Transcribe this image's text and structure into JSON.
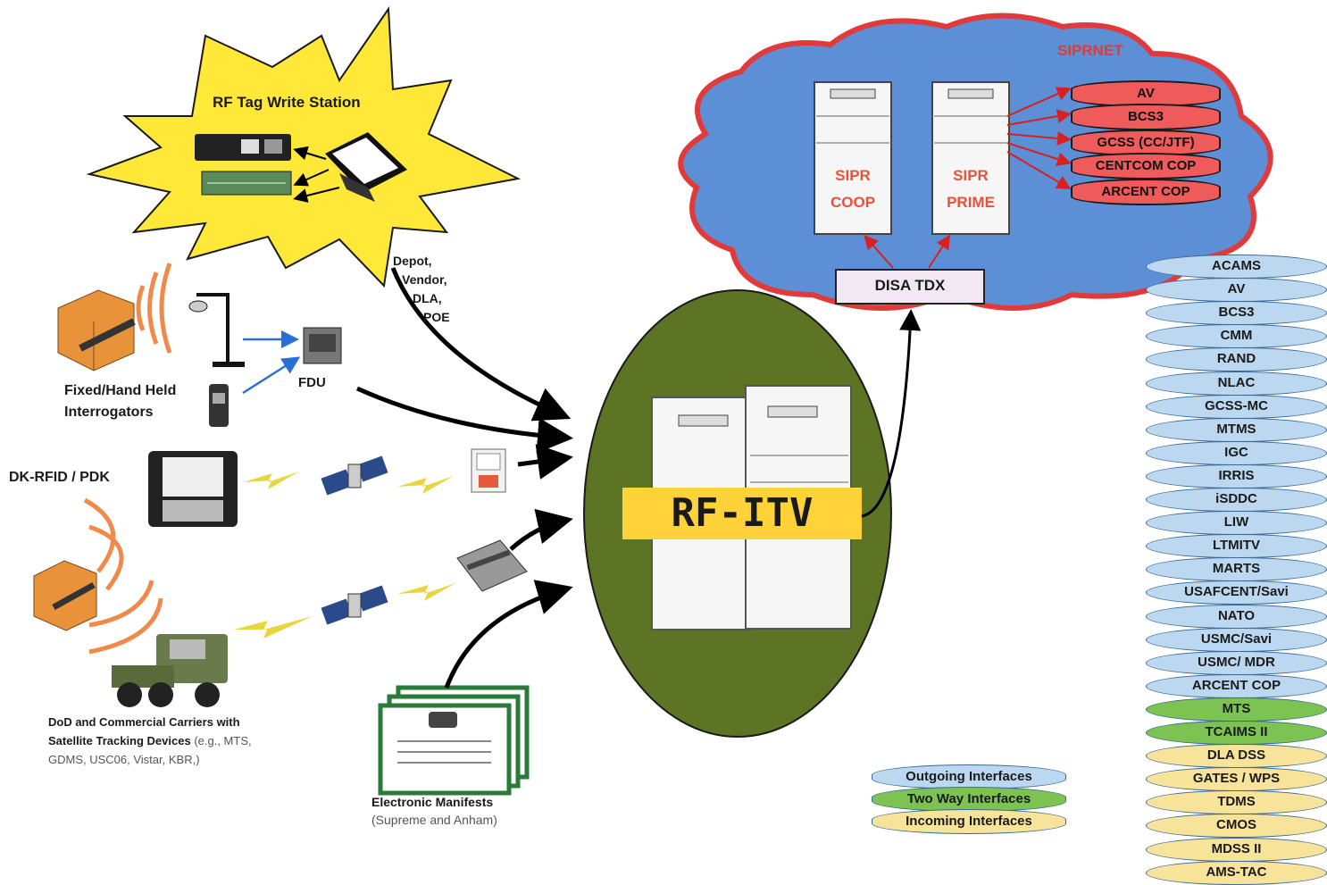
{
  "colors": {
    "starburst": "#ffe838",
    "cloud": "#5c8fd6",
    "cloud_border": "#e03a3a",
    "oval": "#5c7424",
    "rfitv_label_bg": "#ffd23a",
    "outgoing": "#bcd8f0",
    "two_way": "#7dc352",
    "incoming": "#f7e49a",
    "siprnet_db": "#ef5a5a"
  },
  "starburst": {
    "title": "RF Tag Write Station"
  },
  "depot_label": [
    "Depot,",
    "Vendor,",
    "DLA,",
    "POE"
  ],
  "fdu_label": "FDU",
  "interrogators_label": [
    "Fixed/Hand Held",
    "Interrogators"
  ],
  "dk_rfid_label": "DK-RFID / PDK",
  "carriers_label": {
    "line1": "DoD and Commercial Carriers with",
    "line2_bold": "Satellite Tracking Devices",
    "line2_rest": " (e.g., MTS,",
    "line3": "GDMS, USC06, Vistar, KBR,)"
  },
  "manifests_label": {
    "title": "Electronic Manifests",
    "sub": "(Supreme and Anham)"
  },
  "center": {
    "label": "RF-ITV"
  },
  "cloud": {
    "title": "SIPRNET",
    "server1": [
      "SIPR",
      "COOP"
    ],
    "server2": [
      "SIPR",
      "PRIME"
    ],
    "disa": "DISA TDX",
    "databases": [
      "AV",
      "BCS3",
      "GCSS (CC/JTF)",
      "CENTCOM COP",
      "ARCENT COP"
    ]
  },
  "stack": {
    "outgoing": [
      "ACAMS",
      "AV",
      "BCS3",
      "CMM",
      "RAND",
      "NLAC",
      "GCSS-MC",
      "MTMS",
      "IGC",
      "IRRIS",
      "iSDDC",
      "LIW",
      "LTMITV",
      "MARTS",
      "USAFCENT/Savi",
      "NATO",
      "USMC/Savi",
      "USMC/ MDR",
      "ARCENT COP"
    ],
    "two_way": [
      "MTS",
      "TCAIMS II"
    ],
    "incoming": [
      "DLA DSS",
      "GATES / WPS",
      "TDMS",
      "CMOS",
      "MDSS II",
      "AMS-TAC"
    ]
  },
  "legend": {
    "outgoing": "Outgoing Interfaces",
    "two_way": "Two Way Interfaces",
    "incoming": "Incoming Interfaces"
  }
}
